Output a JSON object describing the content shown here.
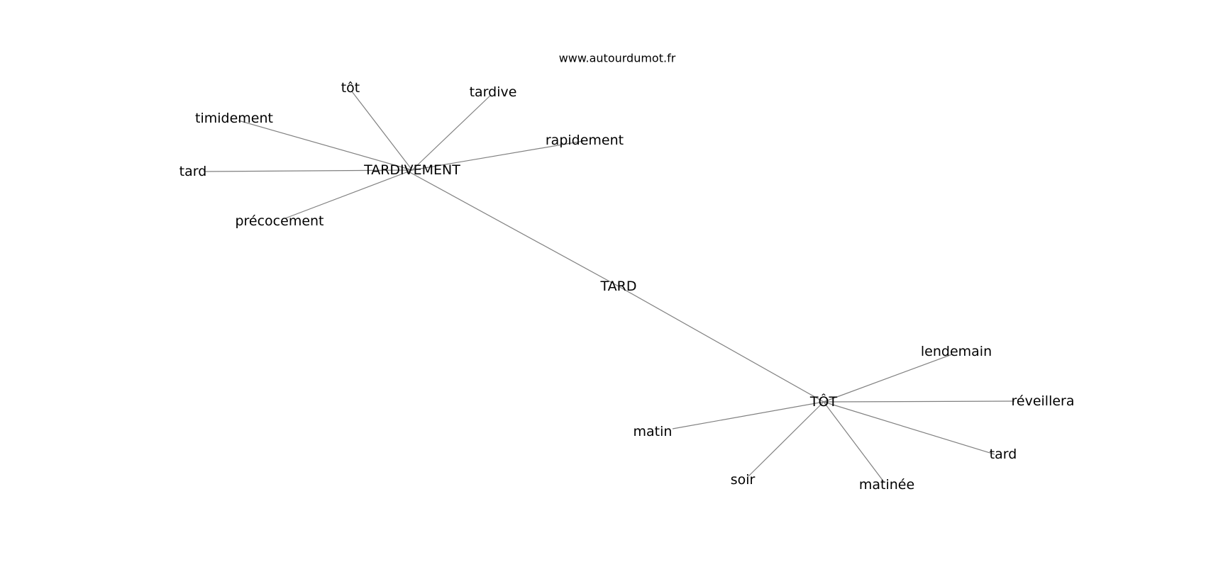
{
  "credit": "www.autourdumot.fr",
  "graph": {
    "nodes": [
      {
        "id": "tard_center",
        "label": "TARD"
      },
      {
        "id": "tardivement",
        "label": "TARDIVEMENT"
      },
      {
        "id": "tot_hub",
        "label": "TÔT"
      },
      {
        "id": "tot_leaf",
        "label": "tôt"
      },
      {
        "id": "tardive",
        "label": "tardive"
      },
      {
        "id": "timidement",
        "label": "timidement"
      },
      {
        "id": "rapidement",
        "label": "rapidement"
      },
      {
        "id": "tard_leaf_1",
        "label": "tard"
      },
      {
        "id": "precocement",
        "label": "précocement"
      },
      {
        "id": "lendemain",
        "label": "lendemain"
      },
      {
        "id": "reveillera",
        "label": "réveillera"
      },
      {
        "id": "matin",
        "label": "matin"
      },
      {
        "id": "tard_leaf_2",
        "label": "tard"
      },
      {
        "id": "soir",
        "label": "soir"
      },
      {
        "id": "matinee",
        "label": "matinée"
      }
    ],
    "edges": [
      [
        "tard_center",
        "tardivement"
      ],
      [
        "tard_center",
        "tot_hub"
      ],
      [
        "tardivement",
        "tot_leaf"
      ],
      [
        "tardivement",
        "tardive"
      ],
      [
        "tardivement",
        "timidement"
      ],
      [
        "tardivement",
        "rapidement"
      ],
      [
        "tardivement",
        "tard_leaf_1"
      ],
      [
        "tardivement",
        "precocement"
      ],
      [
        "tot_hub",
        "lendemain"
      ],
      [
        "tot_hub",
        "reveillera"
      ],
      [
        "tot_hub",
        "matin"
      ],
      [
        "tot_hub",
        "tard_leaf_2"
      ],
      [
        "tot_hub",
        "soir"
      ],
      [
        "tot_hub",
        "matinee"
      ]
    ]
  }
}
